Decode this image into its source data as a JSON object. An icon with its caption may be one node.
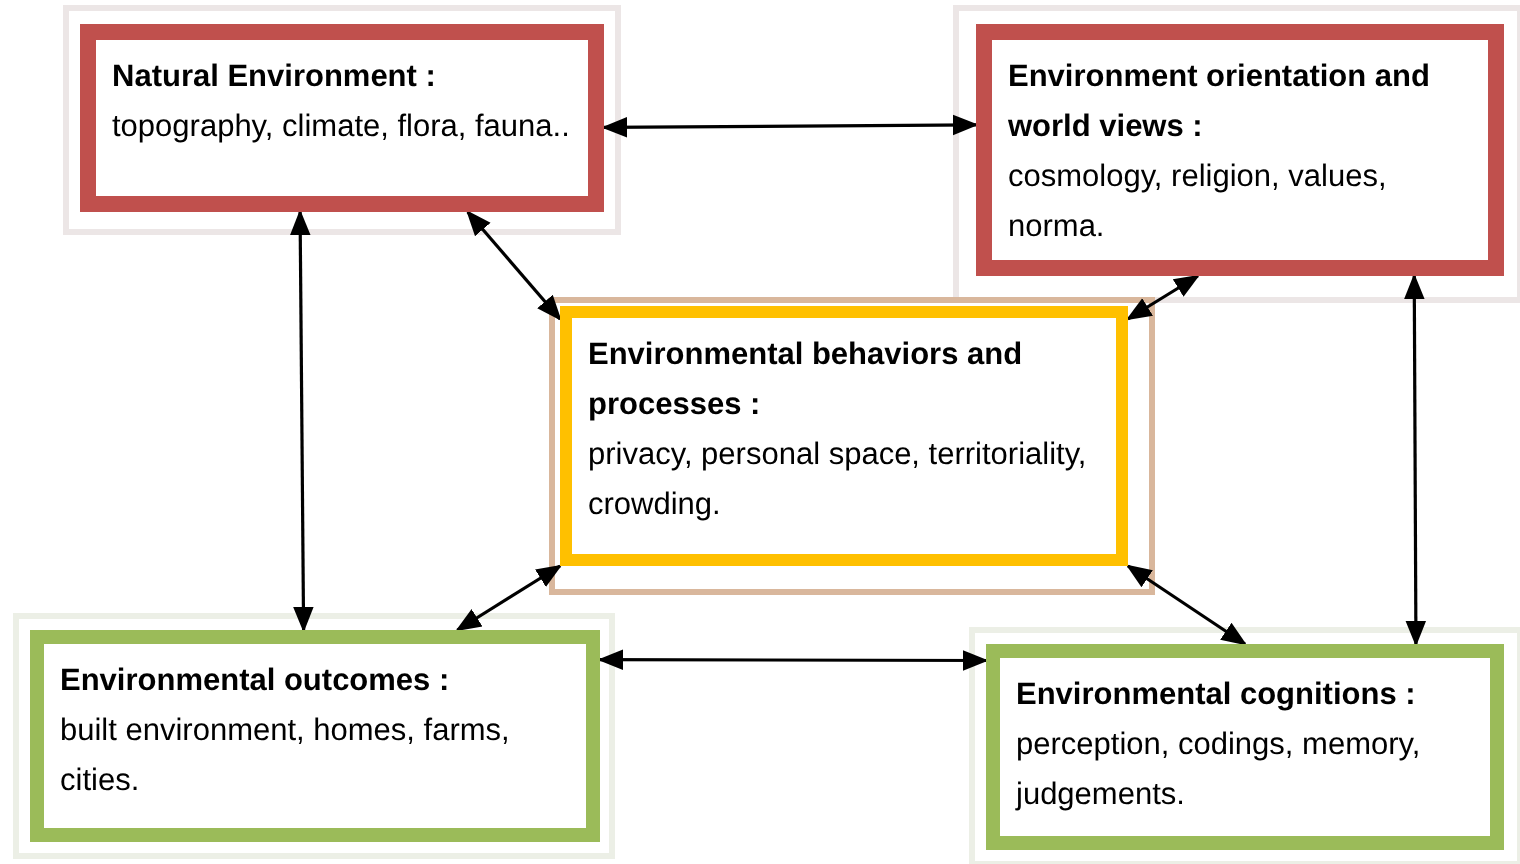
{
  "diagram": {
    "nodes": [
      {
        "text": [
          "Natural Environment :",
          "topography, climate, flora, fauna.."
        ]
      },
      {
        "text": [
          "Environment orientation and world views :",
          "cosmology, religion, values, norma."
        ]
      },
      {
        "text": [
          "Environmental behaviors and processes :",
          "privacy, personal space, territoriality, crowding."
        ]
      },
      {
        "text": [
          "Environmental outcomes :",
          "built environment, homes, farms, cities."
        ]
      },
      {
        "text": [
          "Environmental cognitions :",
          "perception, codings, memory, judgements."
        ]
      }
    ],
    "edges": [
      {
        "from": 0,
        "to": 1,
        "arrow": "both"
      },
      {
        "from": 0,
        "to": 3,
        "arrow": "both"
      },
      {
        "from": 0,
        "to": 2,
        "arrow": "both"
      },
      {
        "from": 1,
        "to": 2,
        "arrow": "both"
      },
      {
        "from": 1,
        "to": 4,
        "arrow": "both"
      },
      {
        "from": 2,
        "to": 3,
        "arrow": "both"
      },
      {
        "from": 2,
        "to": 4,
        "arrow": "both"
      },
      {
        "from": 3,
        "to": 4,
        "arrow": "both"
      }
    ]
  }
}
